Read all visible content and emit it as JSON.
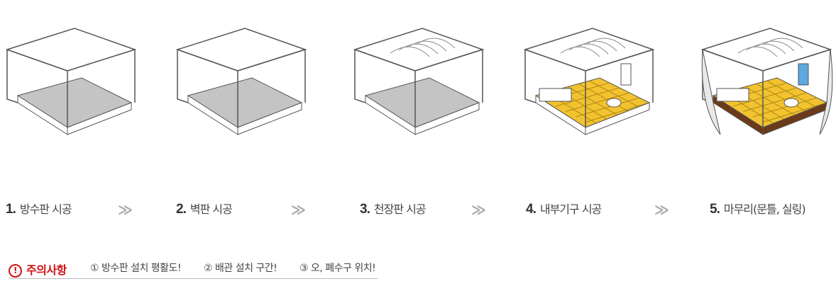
{
  "steps": [
    {
      "num": "1.",
      "label": "방수판 시공",
      "floor": "#c4c4c4"
    },
    {
      "num": "2.",
      "label": "벽판 시공",
      "floor": "#c4c4c4"
    },
    {
      "num": "3.",
      "label": "천장판 시공",
      "floor": "#c4c4c4"
    },
    {
      "num": "4.",
      "label": "내부기구 시공",
      "floor": "#f2c230"
    },
    {
      "num": "5.",
      "label": "마무리(문틀, 실링)",
      "floor": "#f2c230"
    }
  ],
  "arrow_glyph": "≫",
  "caution": {
    "title": "주의사항",
    "icon": "!",
    "items": [
      "① 방수판 설치 평활도!",
      "② 배관 설치 구간!",
      "③ 오, 폐수구 위치!"
    ]
  },
  "colors": {
    "accent": "#d01010",
    "floor_done": "#f2c230"
  }
}
